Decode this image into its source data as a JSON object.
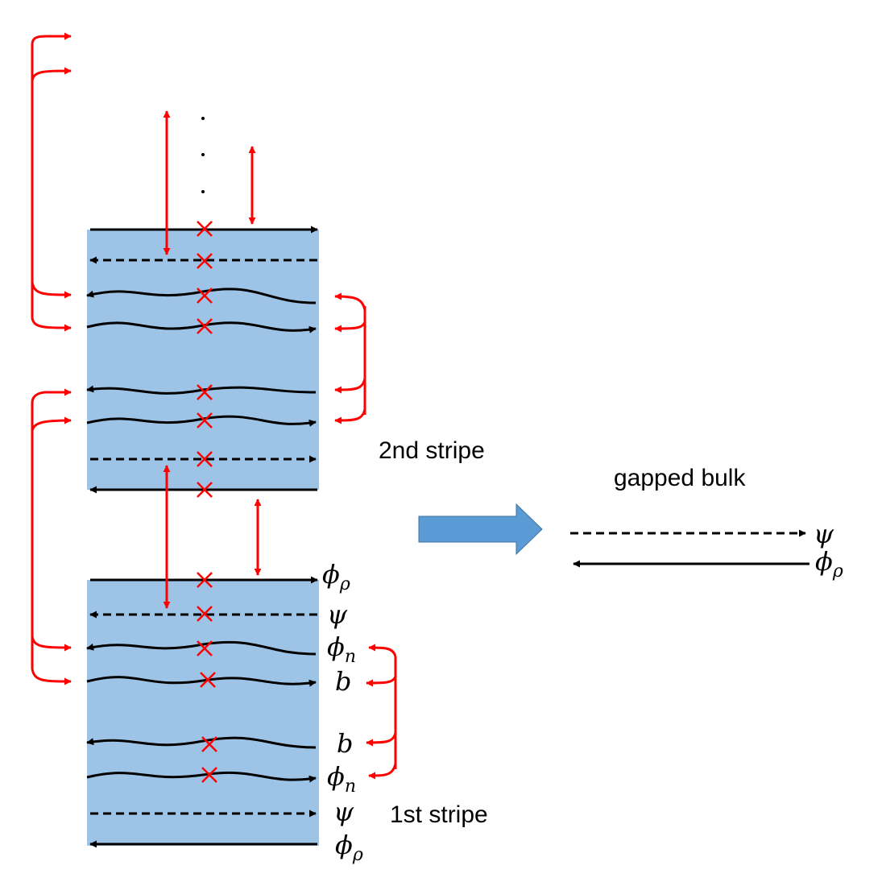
{
  "labels": {
    "stripe2": "2nd stripe",
    "stripe1": "1st stripe",
    "bulk": "gapped bulk"
  },
  "symbols": {
    "phi": "ϕ",
    "psi": "ψ",
    "b": "b",
    "sub_rho": "ρ",
    "sub_n": "n"
  },
  "colors": {
    "stripe_fill": "#9dc3e6",
    "coupling": "#ff0000",
    "line": "#000000",
    "big_arrow": "#5b9bd5"
  }
}
